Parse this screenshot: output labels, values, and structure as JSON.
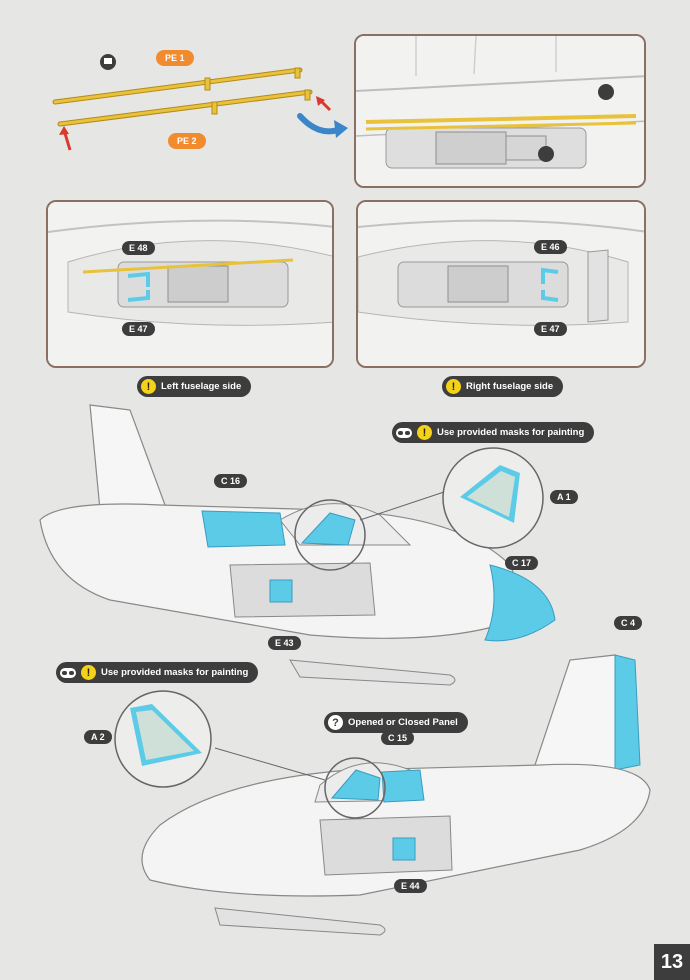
{
  "parts": {
    "pe1": "PE 1",
    "pe2": "PE 2",
    "e48": "E 48",
    "e47_left": "E 47",
    "e46": "E 46",
    "e47_right": "E 47",
    "c16": "C 16",
    "a1": "A 1",
    "c17": "C 17",
    "e43": "E 43",
    "c4": "C 4",
    "a2": "A 2",
    "c15": "C 15",
    "e44": "E 44"
  },
  "captions": {
    "left_side": "Left fuselage side",
    "right_side": "Right fuselage side",
    "masks_top": "Use provided masks for painting",
    "masks_bottom": "Use provided masks for painting",
    "optional_panel": "Opened or Closed Panel"
  },
  "icons": {
    "attention": "!",
    "question": "?"
  },
  "colors": {
    "photo_etch": "#e8c23a",
    "highlight_part": "#5ccbe8",
    "callout_orange": "#f28a2e",
    "frame": "#8a6f62",
    "label_bg": "#3d3d3d",
    "arrow_blue": "#3a86c8",
    "arrow_red": "#d83a2e"
  },
  "page_number": "13"
}
